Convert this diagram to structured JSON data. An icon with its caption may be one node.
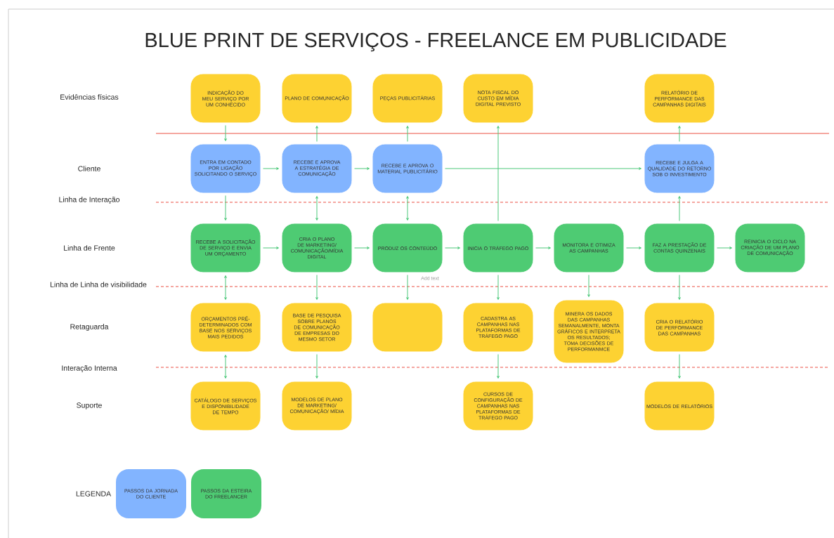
{
  "diagram": {
    "title": "BLUE PRINT DE SERVIÇOS - FREELANCE EM PUBLICIDADE",
    "nodes": [
      {
        "text": [
          "INDICAÇÃO DO MEU SERVIÇO POR UM CONHECIDO"
        ]
      },
      {
        "text": [
          "PLANO DE COMUNICAÇÃO"
        ]
      },
      {
        "text": [
          "PEÇAS PUBLICITÁRIAS"
        ]
      },
      {
        "text": [
          "NOTA FISCAL DO CUSTO EM MÍDIA DIGITAL PREVISTO"
        ]
      },
      {
        "text": [
          "RELATÓRIO DE PERFORMANCE DAS CAMPANHAS DIGITAIS"
        ]
      },
      {
        "text": [
          "ENTRA EM CONTADO POR LIGAÇÃO SOLICITANDO O SERVIÇO"
        ]
      },
      {
        "text": [
          "RECEBE E APROVA A ESTRATÉGIA DE COMUNICAÇÃO"
        ]
      },
      {
        "text": [
          "RECEBE E APROVA O MATERIAL PUBLICITÁRIO"
        ]
      },
      {
        "text": [
          "RECEBE E JULGA A QUALIDADE DO RETORNO SOB O INVESTIMENTO"
        ]
      },
      {
        "text": [
          "RECEBE A SOLICITAÇÃO DE SERVIÇO E ENVIA UM ORÇAMENTO"
        ]
      },
      {
        "text": [
          "CRIA O PLANO DE MARKETING/ COMUNICAÇÃO/MÍDIA DIGITAL"
        ]
      },
      {
        "text": [
          "PRODUZ OS CONTEÚDO"
        ]
      },
      {
        "text": [
          "INICIA O TRÁFEGO PAGO"
        ]
      },
      {
        "text": [
          "MONITORA E OTIMIZA AS CAMPANHAS"
        ]
      },
      {
        "text": [
          "FAZ A PRESTAÇÃO DE CONTAS QUINZENAIS"
        ]
      },
      {
        "text": [
          "REINICIA O CICLO NA CRIAÇÃO DE UM PLANO DE COMUNICAÇÃO"
        ]
      },
      {
        "text": [
          "ORÇAMENTOS PRÉ-DETERMINADOS COM BASE NOS SERVIÇOS MAIS PEDIDOS"
        ]
      },
      {
        "text": [
          "BASE DE PESQUISA SOBRE PLANOS DE COMUNICAÇÃO DE EMPRESAS DO MESMO SETOR"
        ]
      },
      {
        "text": [],
        "shape": "box"
      },
      {
        "text": [
          "CADASTRA AS CAMPANHAS NAS PLATAFORMAS DE TRÁFEGO PAGO"
        ]
      },
      {
        "text": [
          "MINERA OS DADOS DAS CAMPANHAS SEMANALMENTE, MONTA GRÁFICOS E INTERPRETA OS RESULTADOS; TOMA DECISÕES DE PERFORMANMCE"
        ]
      },
      {
        "text": [
          "CRIA O RELATÓRIO DE PERFORMANCE DAS CAMPANHAS"
        ]
      },
      {
        "text": [
          "CATÁLOGO DE SERVIÇOS E DISPONIBILIDADE DE TEMPO"
        ]
      },
      {
        "text": [
          "MODELOS DE PLANO DE MARKETING/ COMUNICAÇÃO/ MÍDIA"
        ]
      },
      {
        "text": [
          "CURSOS DE CONFIGURAÇÃO DE CAMPANHAS NAS PLATAFORMAS DE TRÁFEGO PAGO"
        ]
      },
      {
        "text": [
          "MODELOS DE RELATÓRIOS"
        ]
      }
    ],
    "edges": [
      {
        "from": 0,
        "to": 5,
        "arrow": "to"
      },
      {
        "from": 6,
        "to": 1,
        "arrow": "to"
      },
      {
        "from": 7,
        "to": 2,
        "arrow": "to"
      },
      {
        "from": 12,
        "to": 3,
        "arrow": "to"
      },
      {
        "from": 8,
        "to": 4,
        "arrow": "to"
      },
      {
        "from": 5,
        "to": 6,
        "arrow": "to"
      },
      {
        "from": 6,
        "to": 7,
        "arrow": "to"
      },
      {
        "from": 7,
        "to": 8,
        "arrow": "to"
      },
      {
        "from": 5,
        "to": 9,
        "arrow": "to"
      },
      {
        "from": 6,
        "to": 10,
        "arrow": "both"
      },
      {
        "from": 7,
        "to": 11,
        "arrow": "both"
      },
      {
        "from": 14,
        "to": 8,
        "arrow": "to"
      },
      {
        "from": 9,
        "to": 10,
        "arrow": "to"
      },
      {
        "from": 10,
        "to": 11,
        "arrow": "to"
      },
      {
        "from": 11,
        "to": 12,
        "arrow": "to"
      },
      {
        "from": 12,
        "to": 13,
        "arrow": "to"
      },
      {
        "from": 13,
        "to": 14,
        "arrow": "to"
      },
      {
        "from": 14,
        "to": 15,
        "arrow": "to"
      },
      {
        "from": 9,
        "to": 16,
        "arrow": "both"
      },
      {
        "from": 10,
        "to": 17,
        "arrow": "to"
      },
      {
        "from": 11,
        "to": 18,
        "arrow": "to"
      },
      {
        "from": 12,
        "to": 19,
        "arrow": "to"
      },
      {
        "from": 13,
        "to": 20,
        "arrow": "to"
      },
      {
        "from": 14,
        "to": 21,
        "arrow": "to"
      },
      {
        "from": 16,
        "to": 22,
        "arrow": "both"
      },
      {
        "from": 17,
        "to": 23,
        "arrow": "to"
      },
      {
        "from": 19,
        "to": 24,
        "arrow": "to"
      },
      {
        "from": 21,
        "to": 25,
        "arrow": "to"
      }
    ],
    "labels": [
      "Evidências físicas",
      "Cliente",
      "Linha de Interação",
      "Linha de Frente",
      "Add text",
      "Linha de Linha de visibilidade",
      "Retaguarda",
      "Interação Interna",
      "Suporte",
      "LEGENDA"
    ],
    "legend": [
      {
        "text": "PASSOS DA JORNADA DO CLIENTE",
        "color": "#82b4ff"
      },
      {
        "text": "PASSOS DA ESTEIRA DO FREELANCER",
        "color": "#4ecb73"
      }
    ]
  }
}
